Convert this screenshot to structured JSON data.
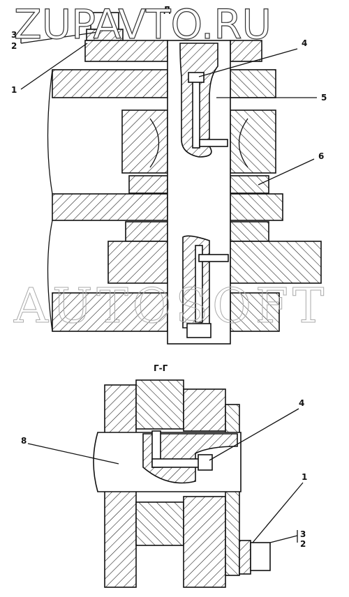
{
  "watermark": {
    "top": "ZUPAVTO.RU",
    "middle": "AUTOSOFT"
  },
  "top_view": {
    "section_mark": "Д",
    "callouts": [
      "1",
      "2",
      "3",
      "4",
      "5",
      "6"
    ]
  },
  "section_view": {
    "title": "Г-Г",
    "callouts": [
      "1",
      "2",
      "3",
      "4",
      "8"
    ]
  }
}
